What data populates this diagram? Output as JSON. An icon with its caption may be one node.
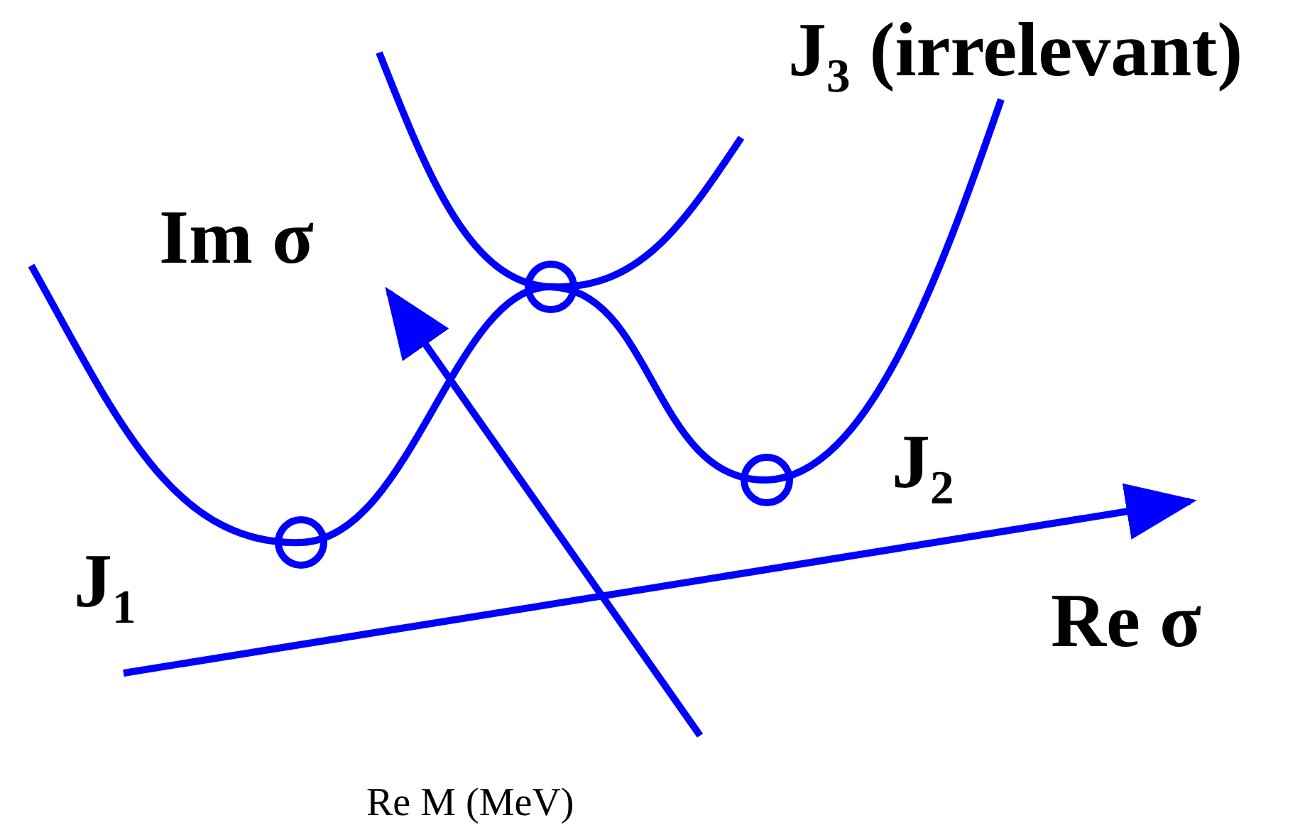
{
  "diagram": {
    "labels": [
      "J$_{3}$ (irrelevant)",
      "Im σ",
      "J$_{2}$",
      "J$_{1}$",
      "Re σ",
      "Re M (MeV)"
    ]
  }
}
